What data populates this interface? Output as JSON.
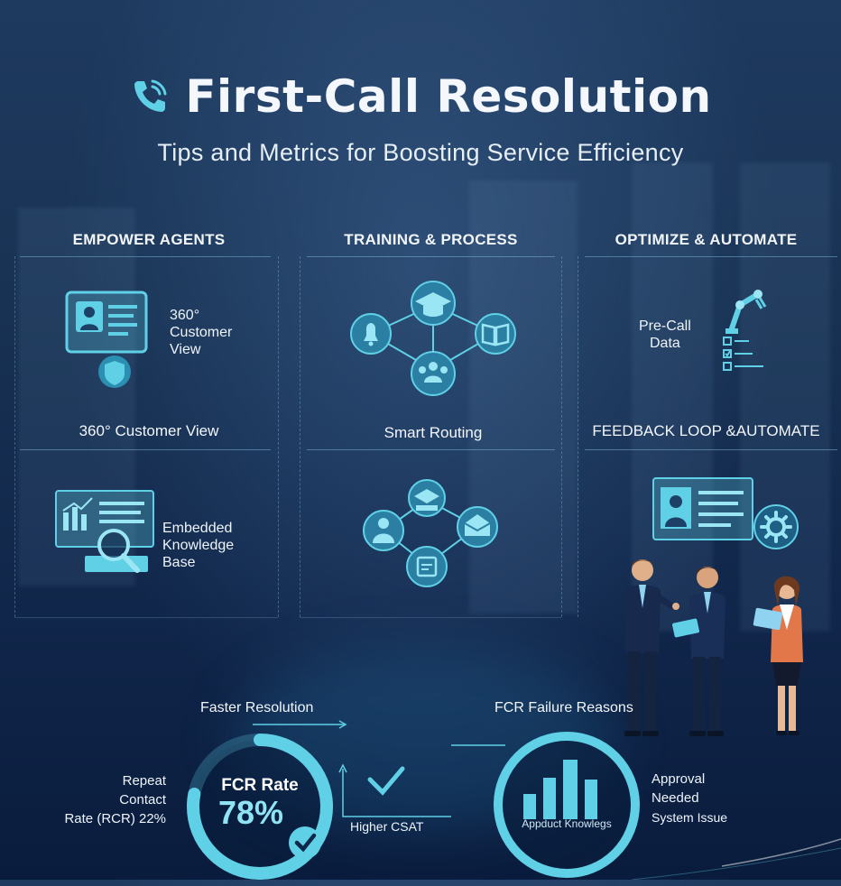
{
  "header": {
    "title": "First-Call Resolution",
    "subtitle": "Tips and Metrics for Boosting Service Efficiency",
    "icon": "phone-icon"
  },
  "columns": [
    {
      "heading": "EMPOWER AGENTS"
    },
    {
      "heading": "TRAINING & PROCESS"
    },
    {
      "heading": "OPTIMIZE & AUTOMATE"
    }
  ],
  "panels": {
    "customer_view_label": "360°\nCustomer\nView",
    "customer_view_heading": "360° Customer View",
    "smart_routing_heading": "Smart Routing",
    "pre_call_label": "Pre-Call\nData",
    "feedback_heading": "FEEDBACK LOOP &AUTOMATE",
    "knowledge_label": "Embedded\nKnowledge\nBase"
  },
  "metrics": {
    "faster_resolution": "Faster Resolution",
    "fcr_failure": "FCR Failure Reasons",
    "repeat_contact": "Repeat\nContact\nRate (RCR) 22%",
    "fcr_rate_label": "FCR Rate",
    "fcr_rate_value": "78%",
    "fcr_rate_percent": 78,
    "higher_csat": "Higher CSAT",
    "bar_caption": "Appduct Knowlegs",
    "approval": "Approval\nNeeded",
    "system_issue": "System Issue"
  },
  "colors": {
    "accent": "#5fd0e6",
    "accent_dark": "#2a8fb0",
    "background": "#163256"
  }
}
